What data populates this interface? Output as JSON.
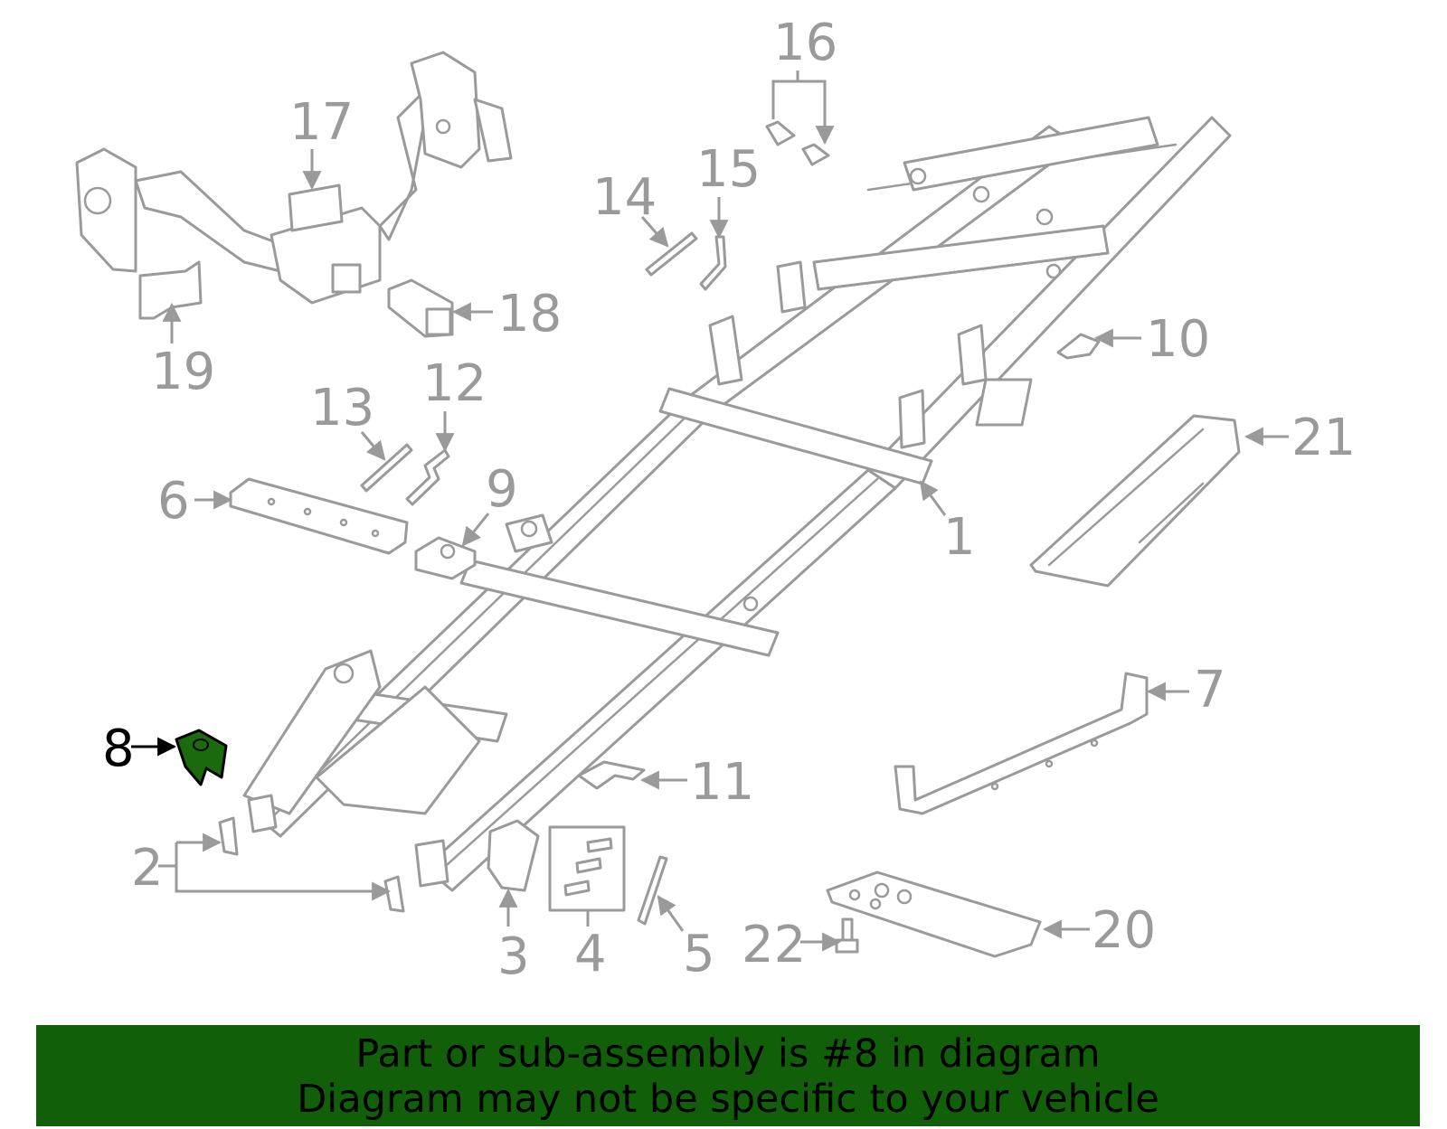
{
  "callouts": {
    "c1": "1",
    "c2": "2",
    "c3": "3",
    "c4": "4",
    "c5": "5",
    "c6": "6",
    "c7": "7",
    "c8": "8",
    "c9": "9",
    "c10": "10",
    "c11": "11",
    "c12": "12",
    "c13": "13",
    "c14": "14",
    "c15": "15",
    "c16": "16",
    "c17": "17",
    "c18": "18",
    "c19": "19",
    "c20": "20",
    "c21": "21",
    "c22": "22"
  },
  "highlight_color": "#1b6b0e",
  "banner": {
    "line1": "Part or sub-assembly is #8 in diagram",
    "line2": "Diagram may not be specific to your vehicle",
    "background": "#116009"
  }
}
